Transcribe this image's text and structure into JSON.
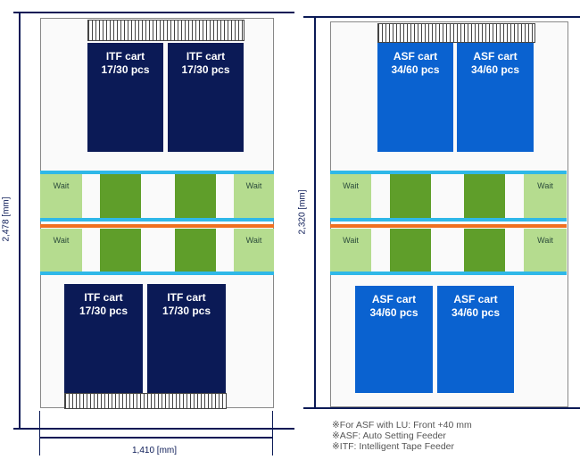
{
  "left_machine": {
    "top_carts": [
      {
        "name": "ITF cart",
        "count": "17/30 pcs"
      },
      {
        "name": "ITF cart",
        "count": "17/30 pcs"
      }
    ],
    "bottom_carts": [
      {
        "name": "ITF cart",
        "count": "17/30 pcs"
      },
      {
        "name": "ITF cart",
        "count": "17/30 pcs"
      }
    ],
    "wait_label": "Wait",
    "height_dim": "2,478 [mm]",
    "width_dim": "1,410 [mm]"
  },
  "right_machine": {
    "top_carts": [
      {
        "name": "ASF cart",
        "count": "34/60 pcs"
      },
      {
        "name": "ASF cart",
        "count": "34/60 pcs"
      }
    ],
    "bottom_carts": [
      {
        "name": "ASF cart",
        "count": "34/60 pcs"
      },
      {
        "name": "ASF cart",
        "count": "34/60 pcs"
      }
    ],
    "wait_label": "Wait",
    "height_dim": "2,320 [mm]"
  },
  "notes": [
    "※For ASF with LU: Front +40 mm",
    "※ASF: Auto Setting Feeder",
    "※ITF: Intelligent Tape Feeder"
  ],
  "colors": {
    "itf": "#0b1a56",
    "asf": "#0a62d0",
    "wait": "#b5dc8f",
    "lane": "#5f9e2a",
    "conveyor": "#2fb8e8",
    "center": "#f07020"
  }
}
